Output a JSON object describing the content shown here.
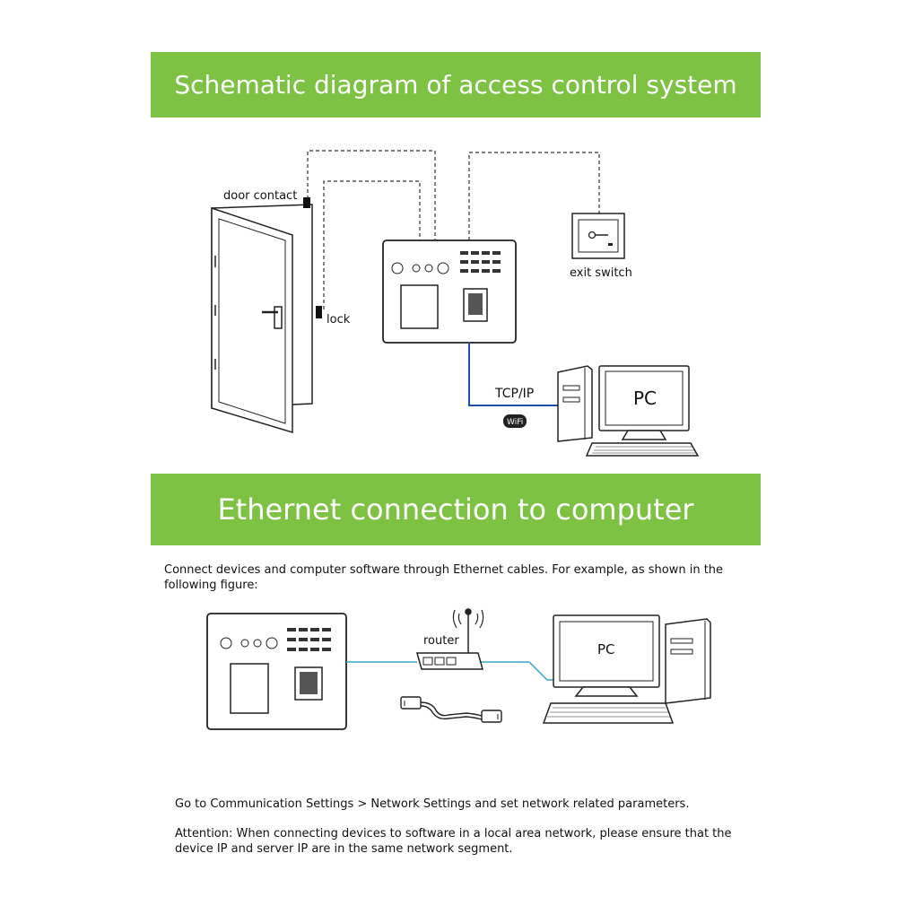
{
  "section1": {
    "title": "Schematic diagram of access control system",
    "labels": {
      "door_contact": "door contact",
      "lock": "lock",
      "exit_switch": "exit switch",
      "tcpip": "TCP/IP",
      "wifi": "WiFi",
      "pc": "PC"
    }
  },
  "section2": {
    "title": "Ethernet connection to computer",
    "intro": "Connect devices and computer software through Ethernet cables. For example, as shown in the following figure:",
    "labels": {
      "router": "router",
      "pc": "PC"
    },
    "instruction": "Go to Communication Settings > Network Settings and set network related parameters.",
    "attention": "Attention: When connecting devices to software in a local area network, please ensure that the device IP and server IP are in the same network segment."
  },
  "colors": {
    "banner": "#7dc242",
    "cable": "#1f4fa8",
    "ethernet_cable": "#3aa6c4"
  },
  "icons": [
    "door",
    "access-terminal",
    "exit-switch",
    "wifi-badge",
    "desktop-pc",
    "router",
    "ethernet-cable"
  ]
}
